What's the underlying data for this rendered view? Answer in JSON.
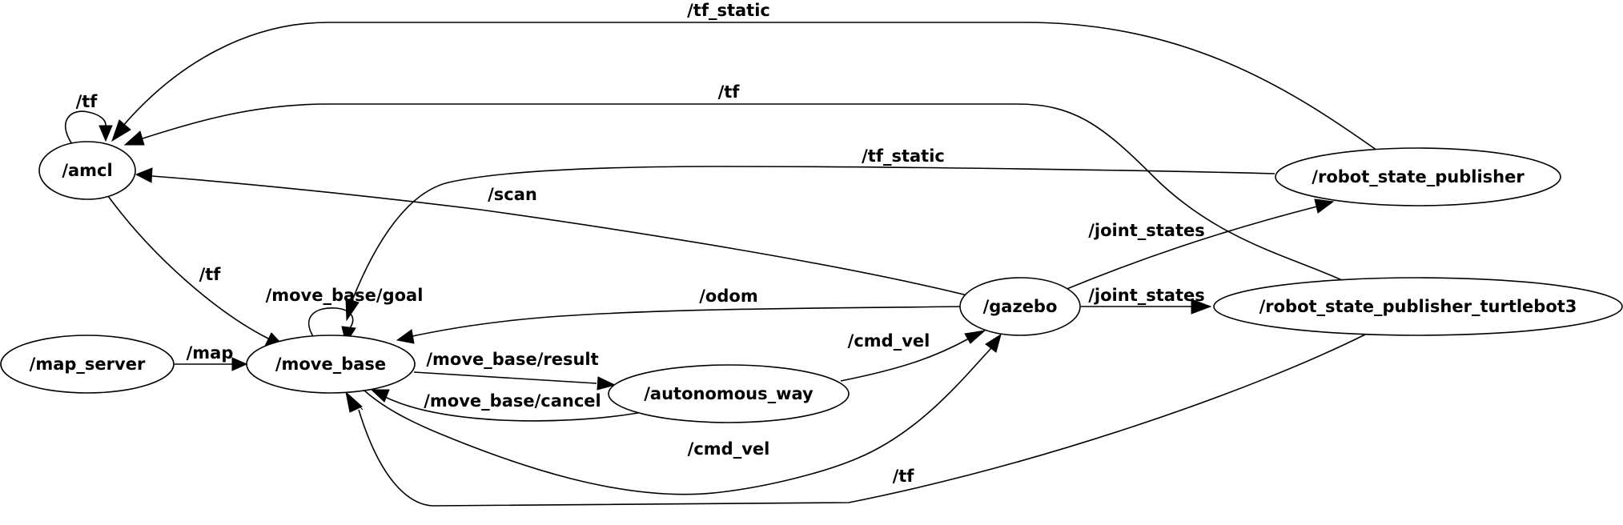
{
  "graph": {
    "nodes": {
      "amcl": "/amcl",
      "map_server": "/map_server",
      "move_base": "/move_base",
      "autonomous_way": "/autonomous_way",
      "gazebo": "/gazebo",
      "robot_state_publisher": "/robot_state_publisher",
      "robot_state_publisher_turtlebot3": "/robot_state_publisher_turtlebot3"
    },
    "edges": [
      {
        "id": "rsp-amcl-tfstatic",
        "from": "/robot_state_publisher",
        "to": "/amcl",
        "label": "/tf_static"
      },
      {
        "id": "rspt3-amcl-tf",
        "from": "/robot_state_publisher_turtlebot3",
        "to": "/amcl",
        "label": "/tf"
      },
      {
        "id": "amcl-amcl-tf",
        "from": "/amcl",
        "to": "/amcl",
        "label": "/tf"
      },
      {
        "id": "rsp-movebase-tfstatic",
        "from": "/robot_state_publisher",
        "to": "/move_base",
        "label": "/tf_static"
      },
      {
        "id": "gazebo-amcl-scan",
        "from": "/gazebo",
        "to": "/amcl",
        "label": "/scan"
      },
      {
        "id": "gazebo-rsp-jointstates",
        "from": "/gazebo",
        "to": "/robot_state_publisher",
        "label": "/joint_states"
      },
      {
        "id": "amcl-movebase-tf",
        "from": "/amcl",
        "to": "/move_base",
        "label": "/tf"
      },
      {
        "id": "movebase-movebase-goal",
        "from": "/move_base",
        "to": "/move_base",
        "label": "/move_base/goal"
      },
      {
        "id": "gazebo-movebase-odom",
        "from": "/gazebo",
        "to": "/move_base",
        "label": "/odom"
      },
      {
        "id": "gazebo-rspt3-jointstates",
        "from": "/gazebo",
        "to": "/robot_state_publisher_turtlebot3",
        "label": "/joint_states"
      },
      {
        "id": "mapserver-movebase-map",
        "from": "/map_server",
        "to": "/move_base",
        "label": "/map"
      },
      {
        "id": "autoway-gazebo-cmdvel",
        "from": "/autonomous_way",
        "to": "/gazebo",
        "label": "/cmd_vel"
      },
      {
        "id": "movebase-autoway-result",
        "from": "/move_base",
        "to": "/autonomous_way",
        "label": "/move_base/result"
      },
      {
        "id": "autoway-movebase-cancel",
        "from": "/autonomous_way",
        "to": "/move_base",
        "label": "/move_base/cancel"
      },
      {
        "id": "movebase-gazebo-cmdvel",
        "from": "/move_base",
        "to": "/gazebo",
        "label": "/cmd_vel"
      },
      {
        "id": "rspt3-movebase-tf",
        "from": "/robot_state_publisher_turtlebot3",
        "to": "/move_base",
        "label": "/tf"
      }
    ]
  }
}
